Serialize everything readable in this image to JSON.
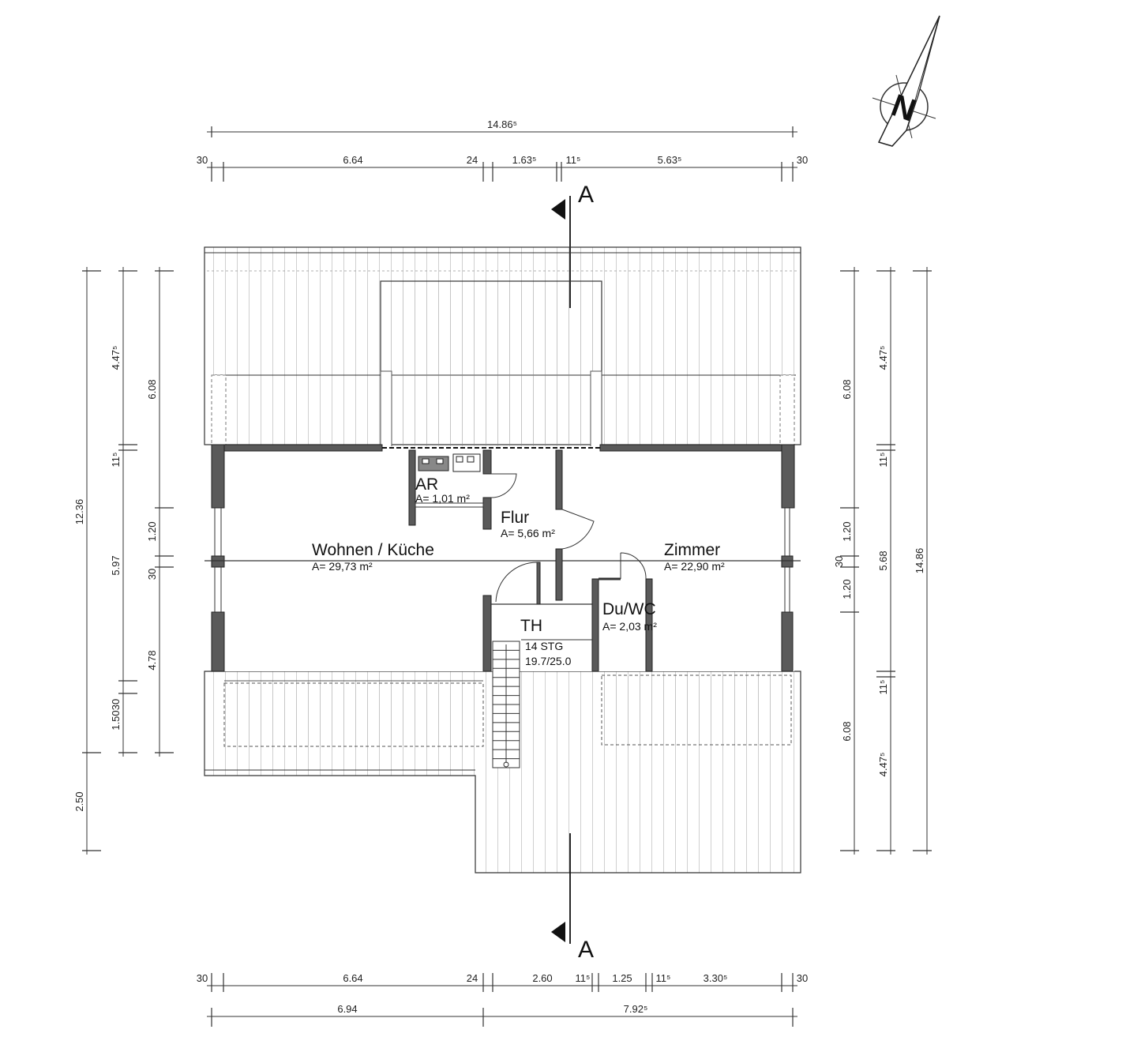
{
  "dimensions": {
    "top_total": "14.86⁵",
    "top_segments": [
      "30",
      "6.64",
      "24",
      "1.63⁵",
      "11⁵",
      "5.63⁵",
      "30"
    ],
    "bottom_segments": [
      "30",
      "6.64",
      "24",
      "2.60",
      "11⁵",
      "1.25",
      "11⁵",
      "3.30⁵",
      "30"
    ],
    "bottom_totals": [
      "6.94",
      "7.92⁵"
    ],
    "left_outer": [
      "12.36",
      "2.50"
    ],
    "left_middle": [
      "4.47⁵",
      "11⁵",
      "5.97",
      "1.50",
      "30"
    ],
    "left_inner": [
      "6.08",
      "1.20",
      "30",
      "4.78"
    ],
    "right_inner": [
      "6.08",
      "1.20",
      "30",
      "1.20",
      "6.08"
    ],
    "right_middle": [
      "4.47⁵",
      "11⁵",
      "5.68",
      "11⁵",
      "4.47⁵"
    ],
    "right_outer": [
      "14.86"
    ]
  },
  "rooms": [
    {
      "name": "Wohnen / Küche",
      "area": "A= 29,73 m²"
    },
    {
      "name": "AR",
      "area": "A= 1,01 m²"
    },
    {
      "name": "Flur",
      "area": "A= 5,66 m²"
    },
    {
      "name": "Zimmer",
      "area": "A= 22,90 m²"
    },
    {
      "name": "Du/WC",
      "area": "A= 2,03 m²"
    },
    {
      "name": "TH",
      "area": ""
    }
  ],
  "stair": {
    "steps": "14 STG",
    "ratio": "19.7/25.0"
  },
  "section_marks": [
    "A",
    "A"
  ],
  "compass": {
    "letter": "N",
    "icon": "north-arrow-icon"
  },
  "colors": {
    "wall": "#5a5a5a",
    "line": "#333333"
  }
}
